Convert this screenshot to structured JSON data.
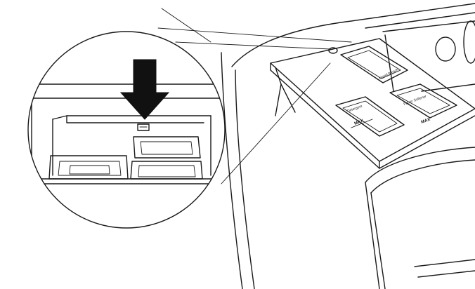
{
  "labels": {
    "liquid_bleach": "Liquid Bleach",
    "detergent": "Detergent",
    "fabric_softener": "Fabric Softener",
    "max_left": "MAX",
    "max_right": "MAX"
  },
  "colors": {
    "line": "#1a1a1a",
    "arrow": "#111111",
    "background": "#ffffff"
  },
  "icons": {
    "press_arrow": "down-arrow-icon"
  }
}
